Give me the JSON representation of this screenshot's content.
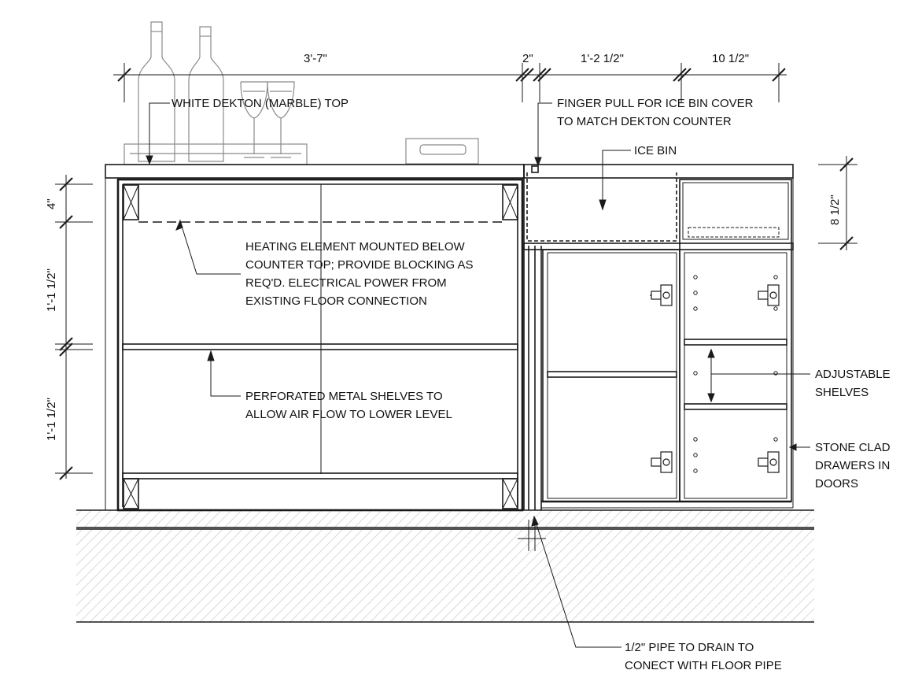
{
  "dimensions": {
    "top": [
      "3'-7\"",
      "2\"",
      "1'-2 1/2\"",
      "10 1/2\""
    ],
    "left": [
      "4\"",
      "1'-1 1/2\"",
      "1'-1 1/2\""
    ],
    "right": "8 1/2\""
  },
  "notes": {
    "countertop": "WHITE DEKTON (MARBLE) TOP",
    "finger_pull": [
      "FINGER PULL FOR ICE BIN COVER",
      "TO MATCH DEKTON COUNTER"
    ],
    "ice_bin": "ICE BIN",
    "heating": [
      "HEATING ELEMENT MOUNTED BELOW",
      "COUNTER TOP; PROVIDE BLOCKING AS",
      "REQ'D.  ELECTRICAL POWER FROM",
      "EXISTING FLOOR CONNECTION"
    ],
    "shelves": [
      "PERFORATED METAL SHELVES TO",
      "ALLOW AIR FLOW TO LOWER LEVEL"
    ],
    "adjustable": [
      "ADJUSTABLE",
      "SHELVES"
    ],
    "stone_clad": [
      "STONE CLAD",
      "DRAWERS IN",
      "DOORS"
    ],
    "drain": [
      "1/2\" PIPE TO DRAIN TO",
      "CONECT WITH FLOOR PIPE"
    ]
  },
  "colors": {
    "line": "#1a1a1a",
    "hatch": "#bdbdbd",
    "ghost": "#8a8a8a"
  }
}
